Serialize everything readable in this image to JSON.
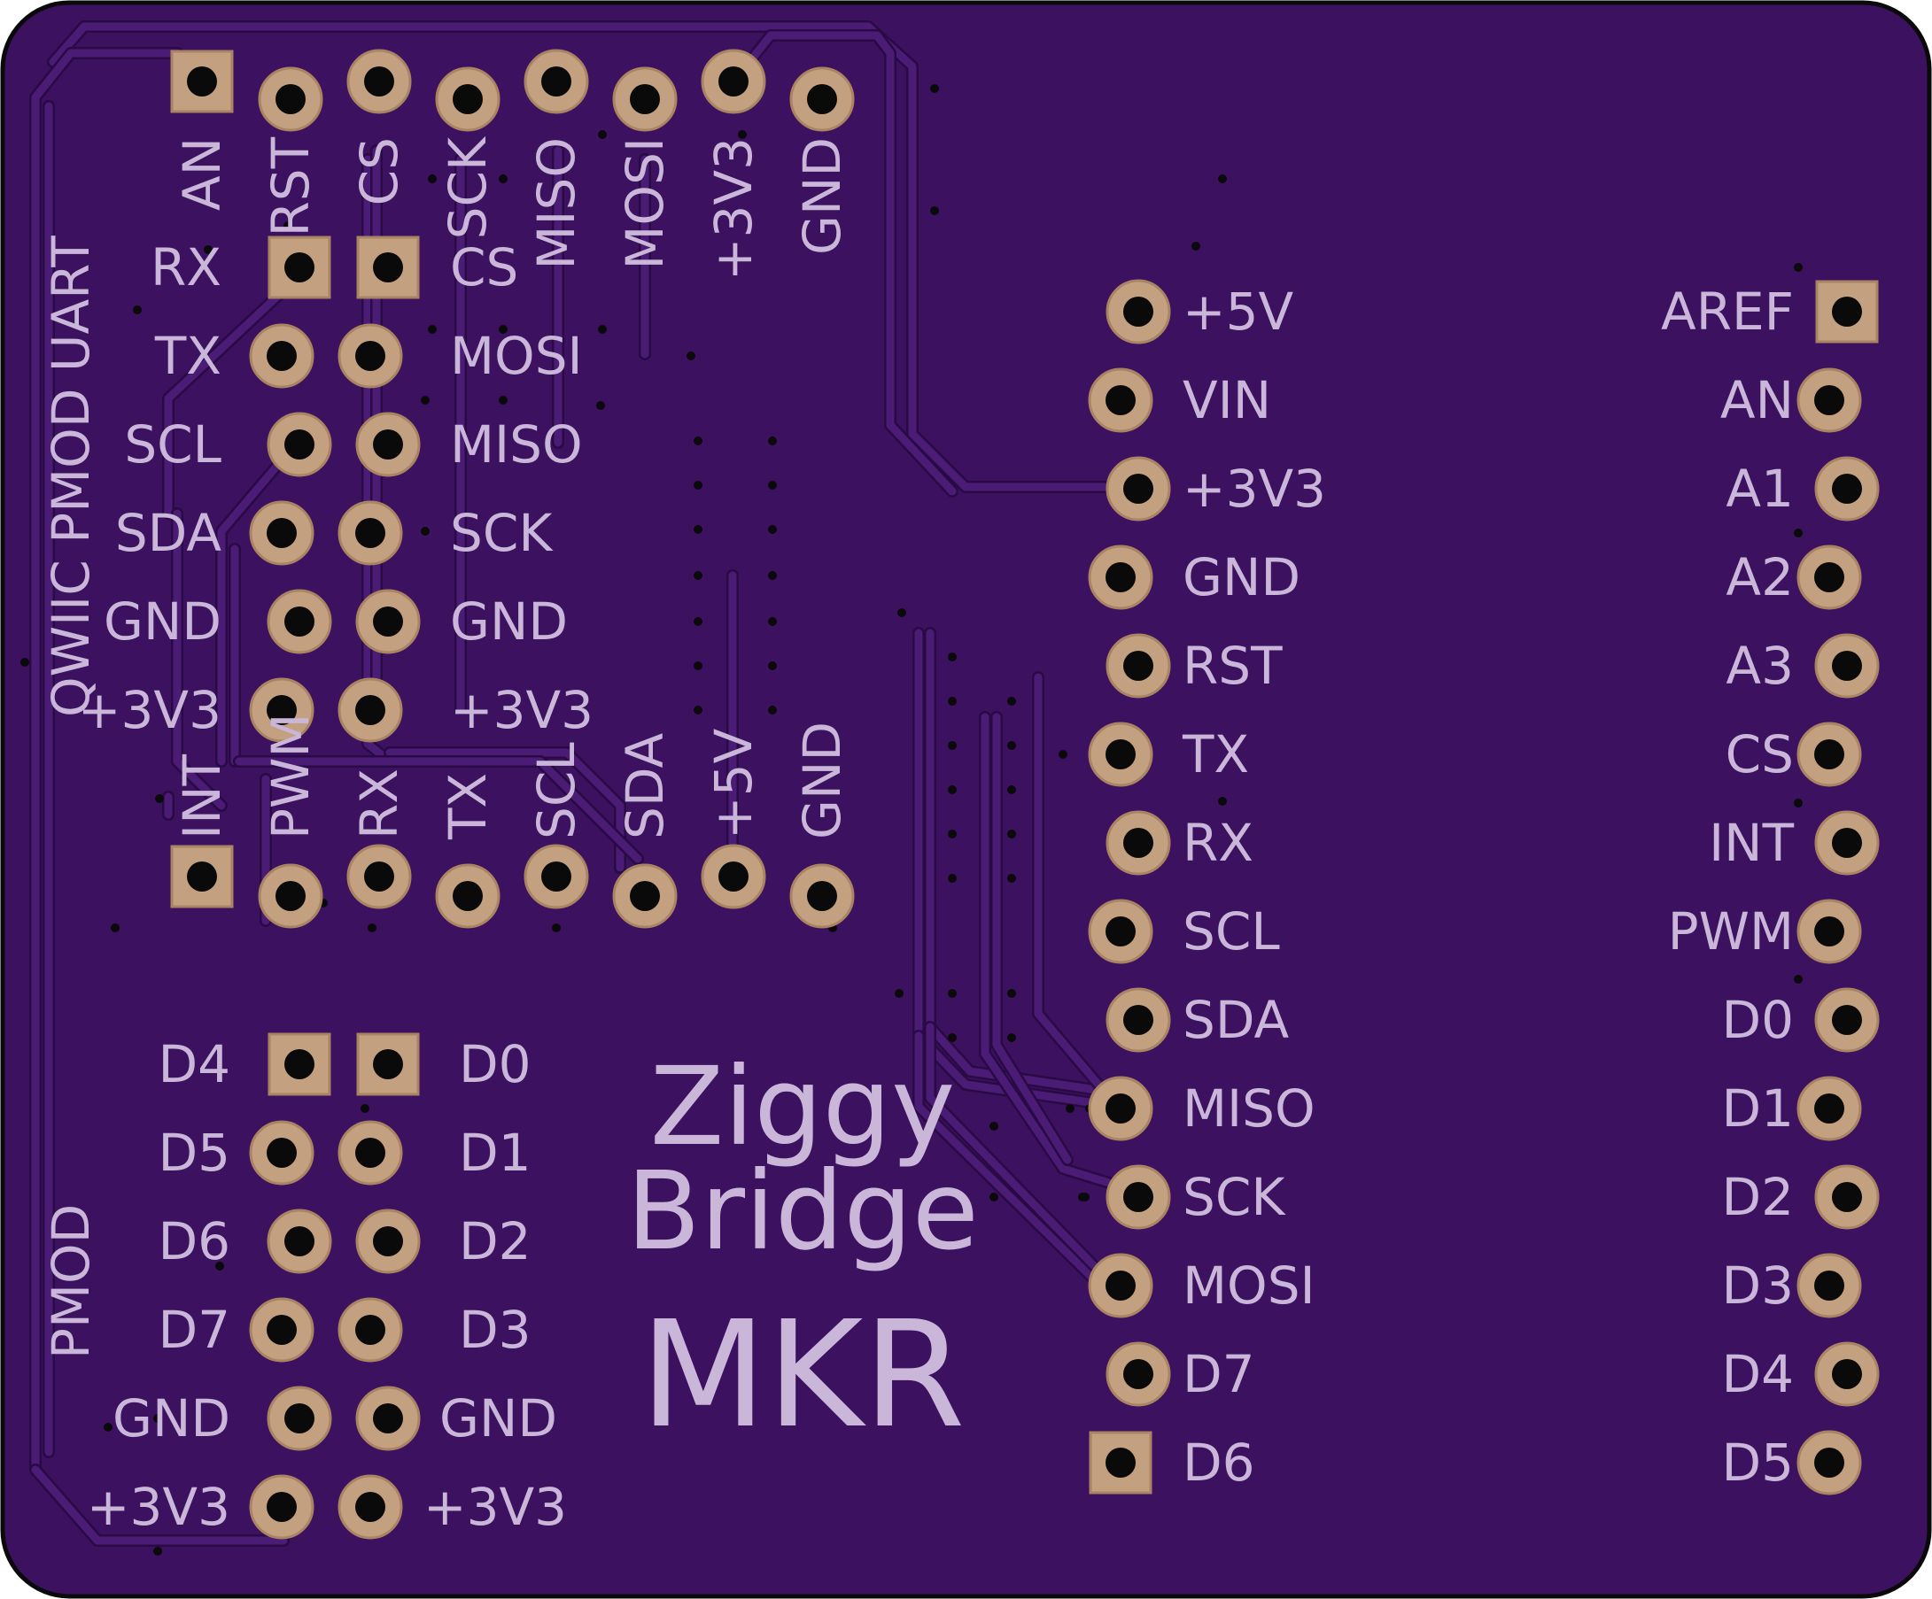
{
  "board": {
    "colors": {
      "substrate": "#3b1160",
      "trace": "#4a1c75",
      "trace_edge": "#2a0a44",
      "pad": "#c3a07f",
      "pad_edge": "#a98462",
      "hole": "#0a0a0a",
      "silkscreen": "#c9b6d9",
      "outline": "#0a0a0a"
    },
    "title": {
      "line1": "Ziggy",
      "line2": "Bridge",
      "line3": "MKR"
    },
    "vertical_labels": {
      "uart": "UART",
      "qwiic_pmod": "QWIIC PMOD",
      "pmod": "PMOD"
    },
    "top_header_labels": [
      "AN",
      "RST",
      "CS",
      "SCK",
      "MISO",
      "MOSI",
      "+3V3",
      "GND"
    ],
    "bottom_header_labels": [
      "INT",
      "PWM",
      "RX",
      "TX",
      "SCL",
      "SDA",
      "+5V",
      "GND"
    ],
    "qwiic_left_labels": [
      "RX",
      "TX",
      "SCL",
      "SDA",
      "GND",
      "+3V3"
    ],
    "qwiic_right_labels": [
      "CS",
      "MOSI",
      "MISO",
      "SCK",
      "GND",
      "+3V3"
    ],
    "pmod_left_labels": [
      "D4",
      "D5",
      "D6",
      "D7",
      "GND",
      "+3V3"
    ],
    "pmod_right_labels": [
      "D0",
      "D1",
      "D2",
      "D3",
      "GND",
      "+3V3"
    ],
    "mkr_left_labels": [
      "+5V",
      "VIN",
      "+3V3",
      "GND",
      "RST",
      "TX",
      "RX",
      "SCL",
      "SDA",
      "MISO",
      "SCK",
      "MOSI",
      "D7",
      "D6"
    ],
    "mkr_right_labels": [
      "AREF",
      "AN",
      "A1",
      "A2",
      "A3",
      "CS",
      "INT",
      "PWM",
      "D0",
      "D1",
      "D2",
      "D3",
      "D4",
      "D5"
    ]
  }
}
